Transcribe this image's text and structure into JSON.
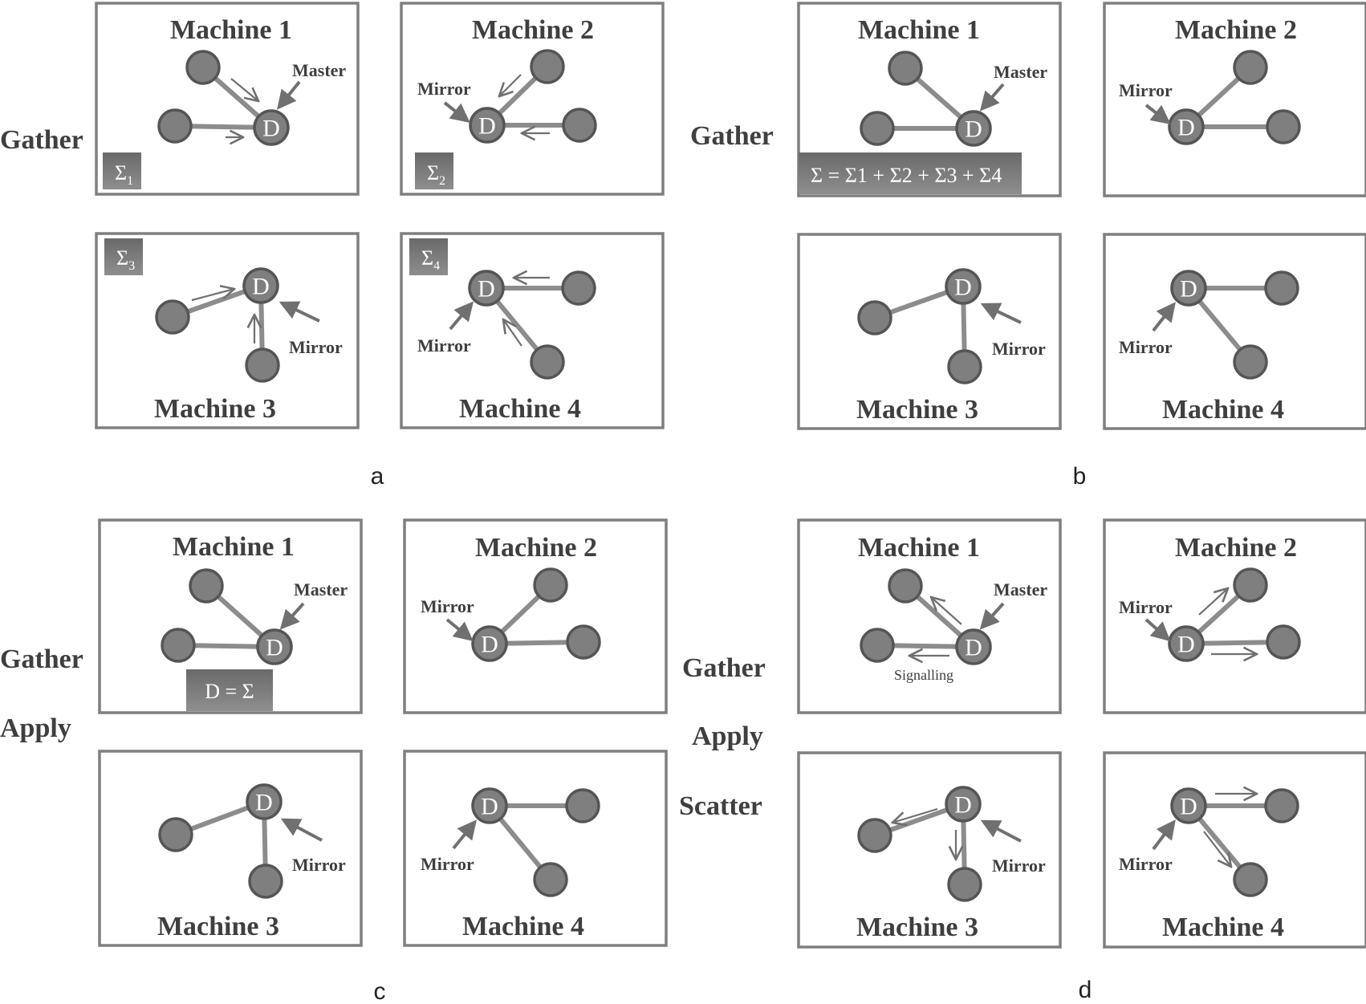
{
  "labels": {
    "machine_1": "Machine 1",
    "machine_2": "Machine 2",
    "machine_3": "Machine 3",
    "machine_4": "Machine 4",
    "master": "Master",
    "mirror": "Mirror",
    "vertex": "D",
    "signalling": "Signalling"
  },
  "phases": {
    "gather": "Gather",
    "apply": "Apply",
    "scatter": "Scatter"
  },
  "panels": {
    "a": {
      "caption": "a",
      "partial_sums": {
        "m1": "Σ",
        "m1_sub": "1",
        "m2": "Σ",
        "m2_sub": "2",
        "m3": "Σ",
        "m3_sub": "3",
        "m4": "Σ",
        "m4_sub": "4"
      }
    },
    "b": {
      "caption": "b",
      "sum_formula": "Σ = Σ1 + Σ2 + Σ3 + Σ4"
    },
    "c": {
      "caption": "c",
      "apply_formula": "D = Σ"
    },
    "d": {
      "caption": "d"
    }
  },
  "colors": {
    "node_fill": "#7f7f7f",
    "node_stroke": "#555555",
    "edge": "#8c8c8c",
    "frame": "#7f7f7f",
    "text": "#3f3f3f",
    "arrow": "#707070"
  }
}
